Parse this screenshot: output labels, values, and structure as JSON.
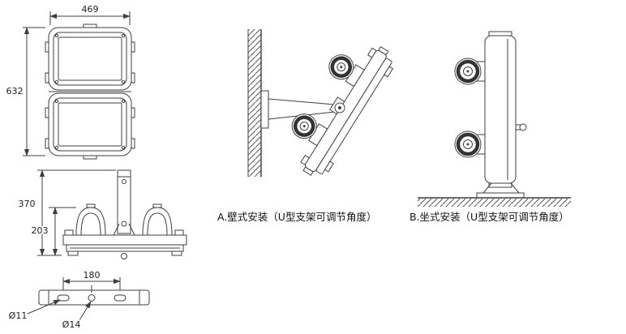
{
  "drawing": {
    "background": "#ffffff",
    "line_color": "#3f3f3f",
    "type": "luminaire-technical-drawing"
  },
  "front_view": {
    "width_dim": "469",
    "height_dim": "632"
  },
  "side_view": {
    "height_dim": "370",
    "inner_height_dim": "203"
  },
  "mount_plate": {
    "hole_spacing_dim": "180",
    "hole_dia_1": "Ø11",
    "hole_dia_2": "Ø14"
  },
  "installations": {
    "wall_mount": {
      "caption": "A.壁式安装（U型支架可调节角度）"
    },
    "base_mount": {
      "caption": "B.坐式安装（U型支架可调节角度）"
    }
  }
}
